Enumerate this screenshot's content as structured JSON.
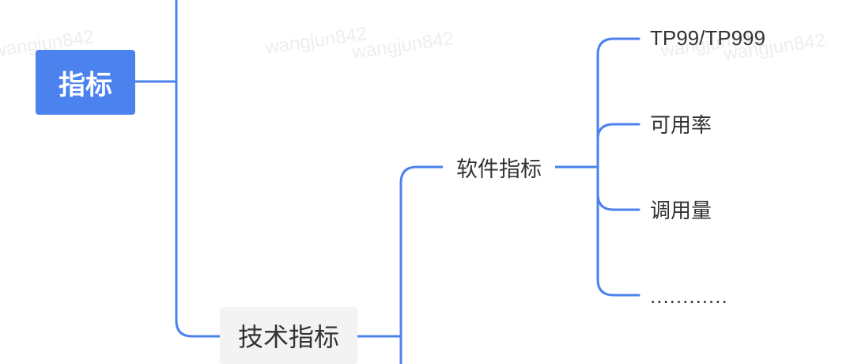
{
  "watermark": "wangjun842",
  "root": {
    "label": "指标"
  },
  "branch": {
    "label": "技术指标"
  },
  "sub": {
    "label": "软件指标"
  },
  "leaves": [
    {
      "label": "TP99/TP999"
    },
    {
      "label": "可用率"
    },
    {
      "label": "调用量"
    },
    {
      "label": "............"
    }
  ],
  "colors": {
    "connector": "#4b82ee",
    "root_bg": "#4b82ee",
    "branch_bg": "#f3f3f3",
    "text": "#333333"
  }
}
